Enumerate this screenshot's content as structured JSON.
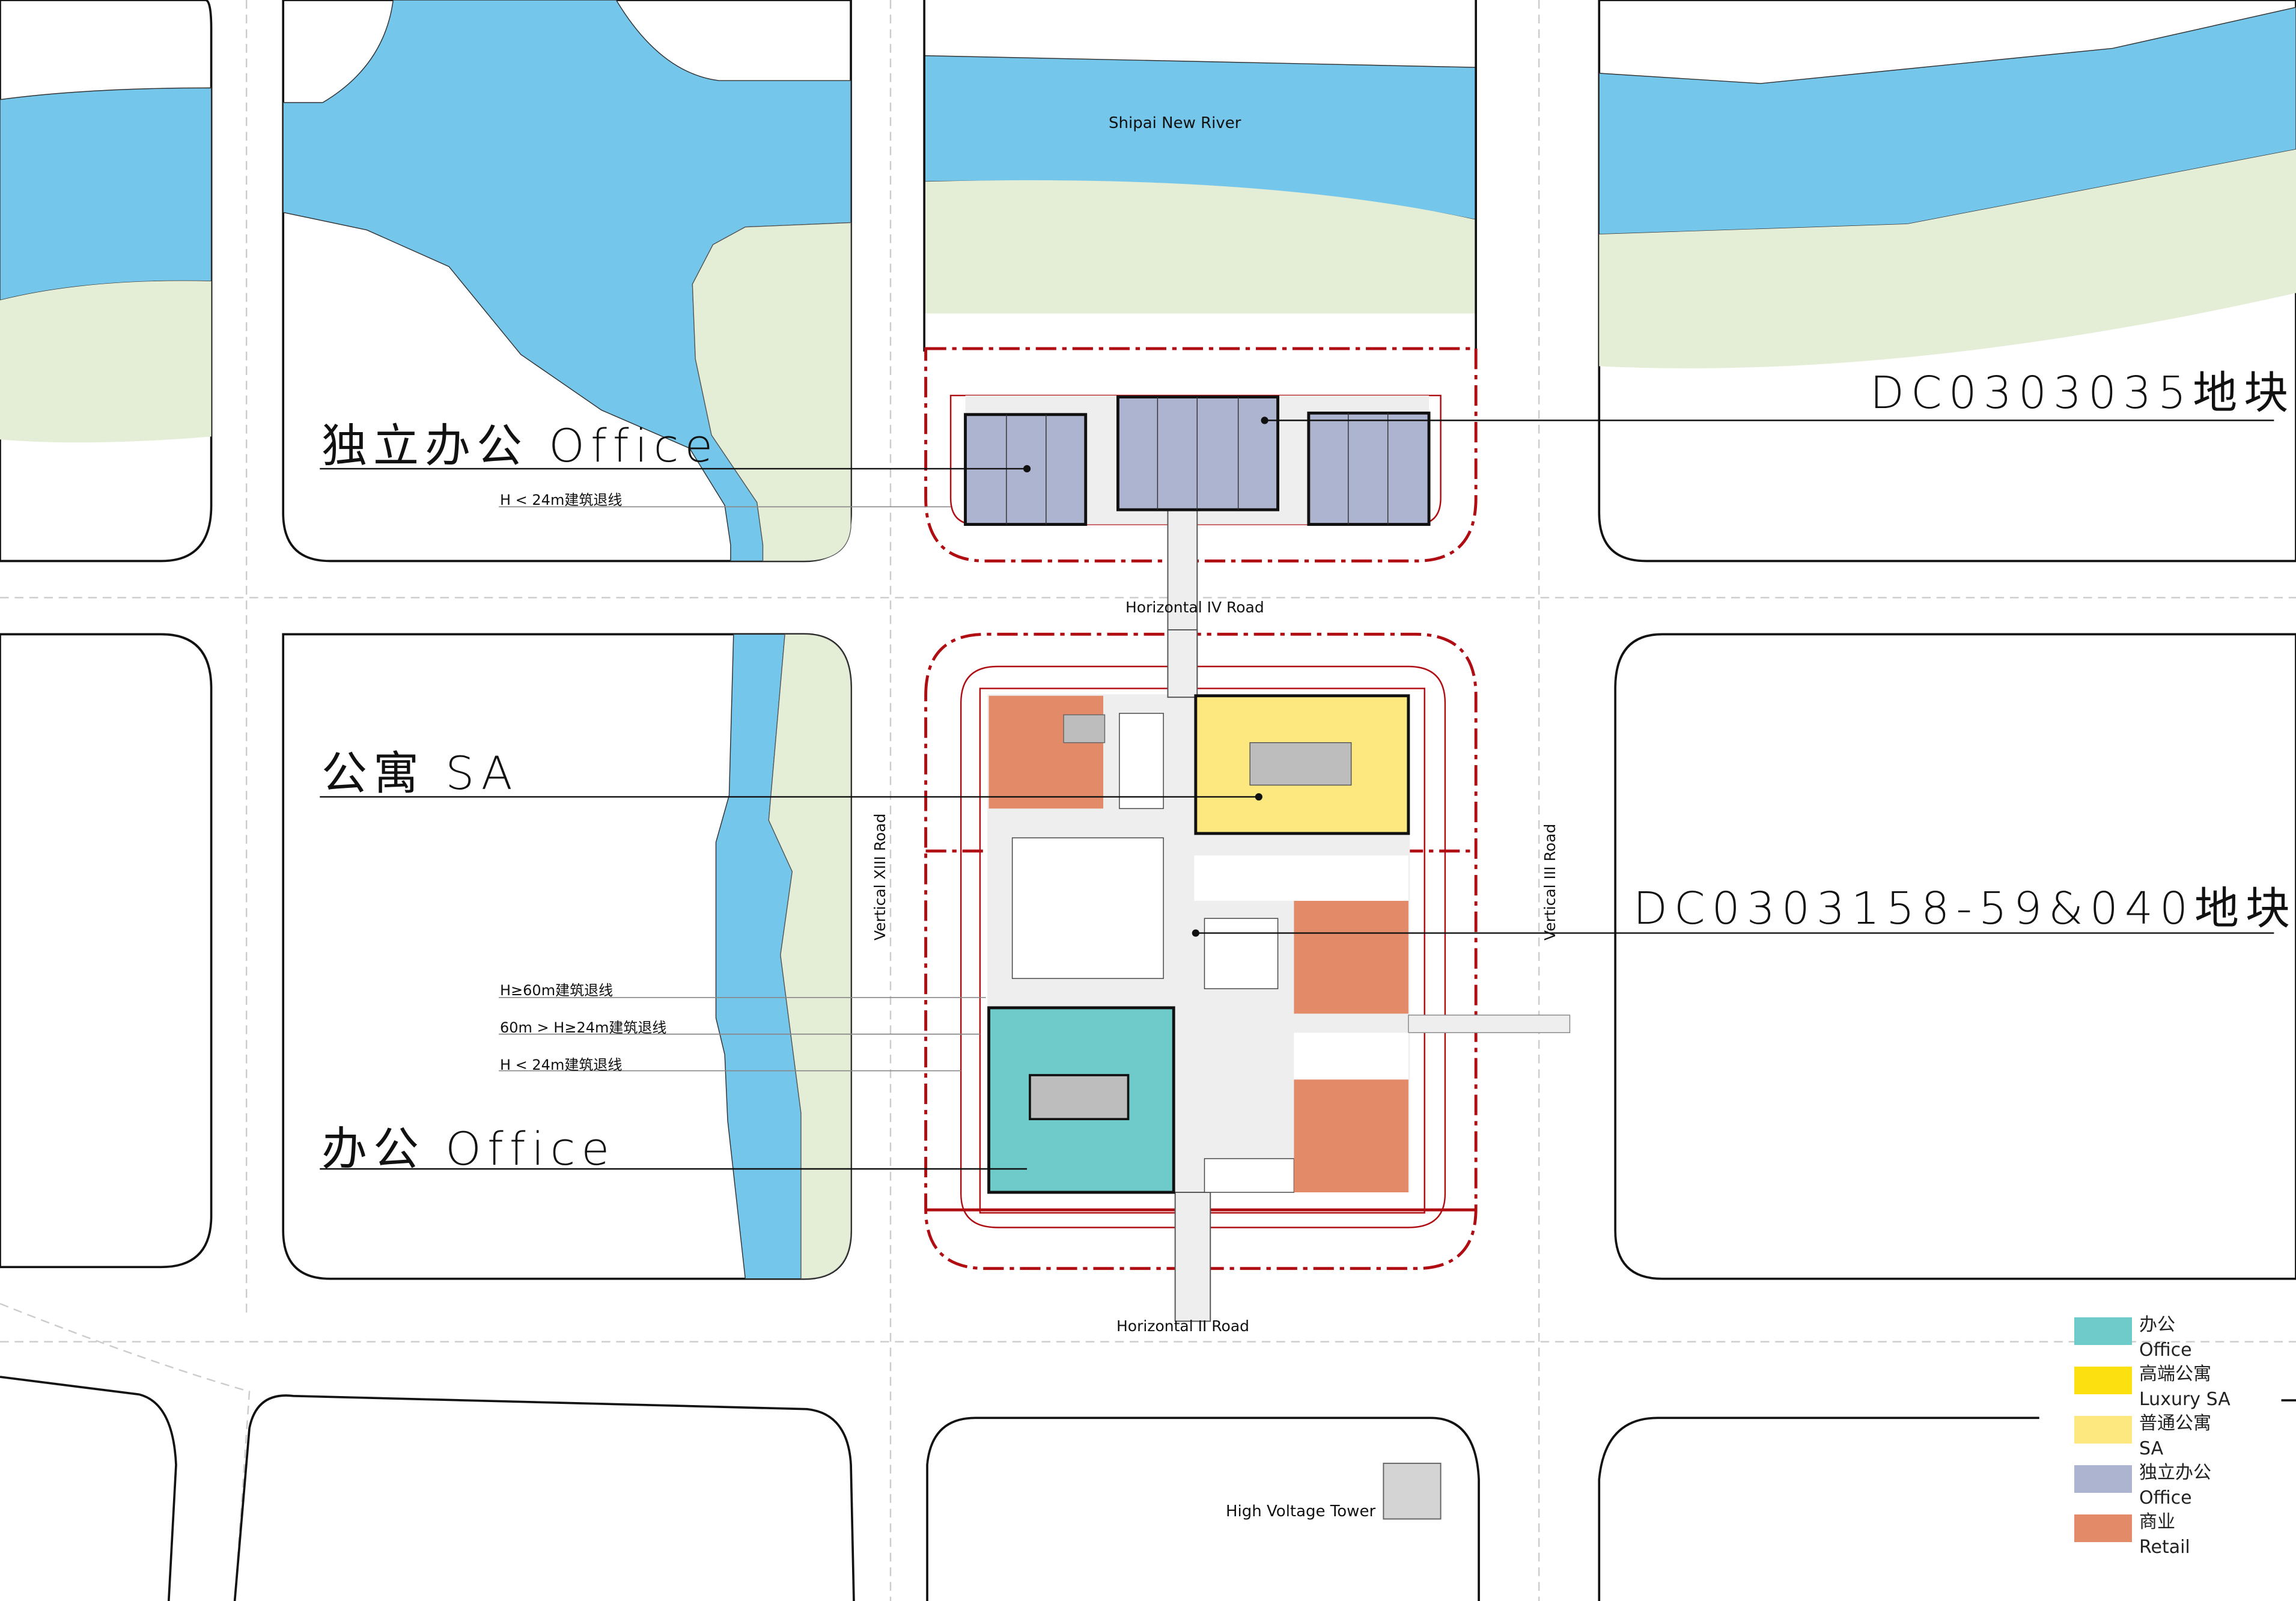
{
  "plots": {
    "north": {
      "code": "DC0303035地块"
    },
    "south": {
      "code": "DC0303158-59&040地块"
    }
  },
  "callouts": {
    "independent_office": "独立办公 Office",
    "apartment": "公寓 SA",
    "office": "办公 Office"
  },
  "setbacks": {
    "north_lt24": "H < 24m建筑退线",
    "ge60": "H≥60m建筑退线",
    "between_24_60": "60m > H≥24m建筑退线",
    "south_lt24": "H < 24m建筑退线"
  },
  "roads": {
    "horizontal_iv": "Horizontal IV Road",
    "horizontal_ii": "Horizontal II Road",
    "vertical_xiii": "Vertical XIII Road",
    "vertical_iii": "Vertical III Road"
  },
  "features": {
    "river": "Shipai New River",
    "tower": "High Voltage Tower"
  },
  "legend": {
    "items": [
      {
        "zh": "办公",
        "en": "Office",
        "color": "#6ecbc9"
      },
      {
        "zh": "高端公寓",
        "en": "Luxury SA",
        "color": "#fde00f"
      },
      {
        "zh": "普通公寓",
        "en": "SA",
        "color": "#fde87f"
      },
      {
        "zh": "独立办公",
        "en": "Office",
        "color": "#adb4cf"
      },
      {
        "zh": "商业",
        "en": "Retail",
        "color": "#e38a69"
      }
    ]
  },
  "colors": {
    "water": "#75c6eb",
    "green": "#e4edd5",
    "plaza": "#eeeeee",
    "redline": "#b00d13",
    "core": "#bdbdbd"
  }
}
